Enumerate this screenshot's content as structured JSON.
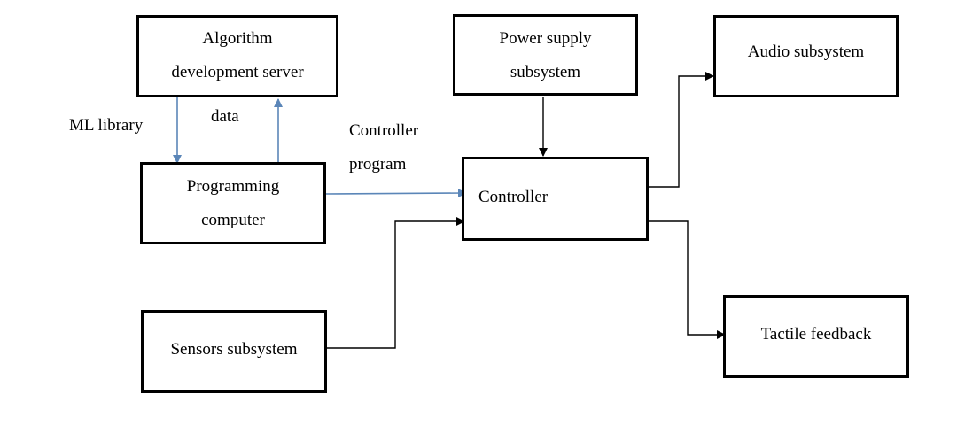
{
  "boxes": {
    "algo": {
      "line1": "Algorithm",
      "line2": "development server"
    },
    "power": {
      "line1": "Power supply",
      "line2": "subsystem"
    },
    "audio": {
      "label": "Audio subsystem"
    },
    "programming": {
      "line1": "Programming",
      "line2": "computer"
    },
    "controller": {
      "label": "Controller"
    },
    "sensors": {
      "label": "Sensors subsystem"
    },
    "tactile": {
      "label": "Tactile feedback"
    }
  },
  "edge_labels": {
    "ml_library": "ML library",
    "data": "data",
    "controller_program_1": "Controller",
    "controller_program_2": "program"
  },
  "colors": {
    "blue_arrow": "#5b86b8",
    "black_arrow": "#000000"
  }
}
